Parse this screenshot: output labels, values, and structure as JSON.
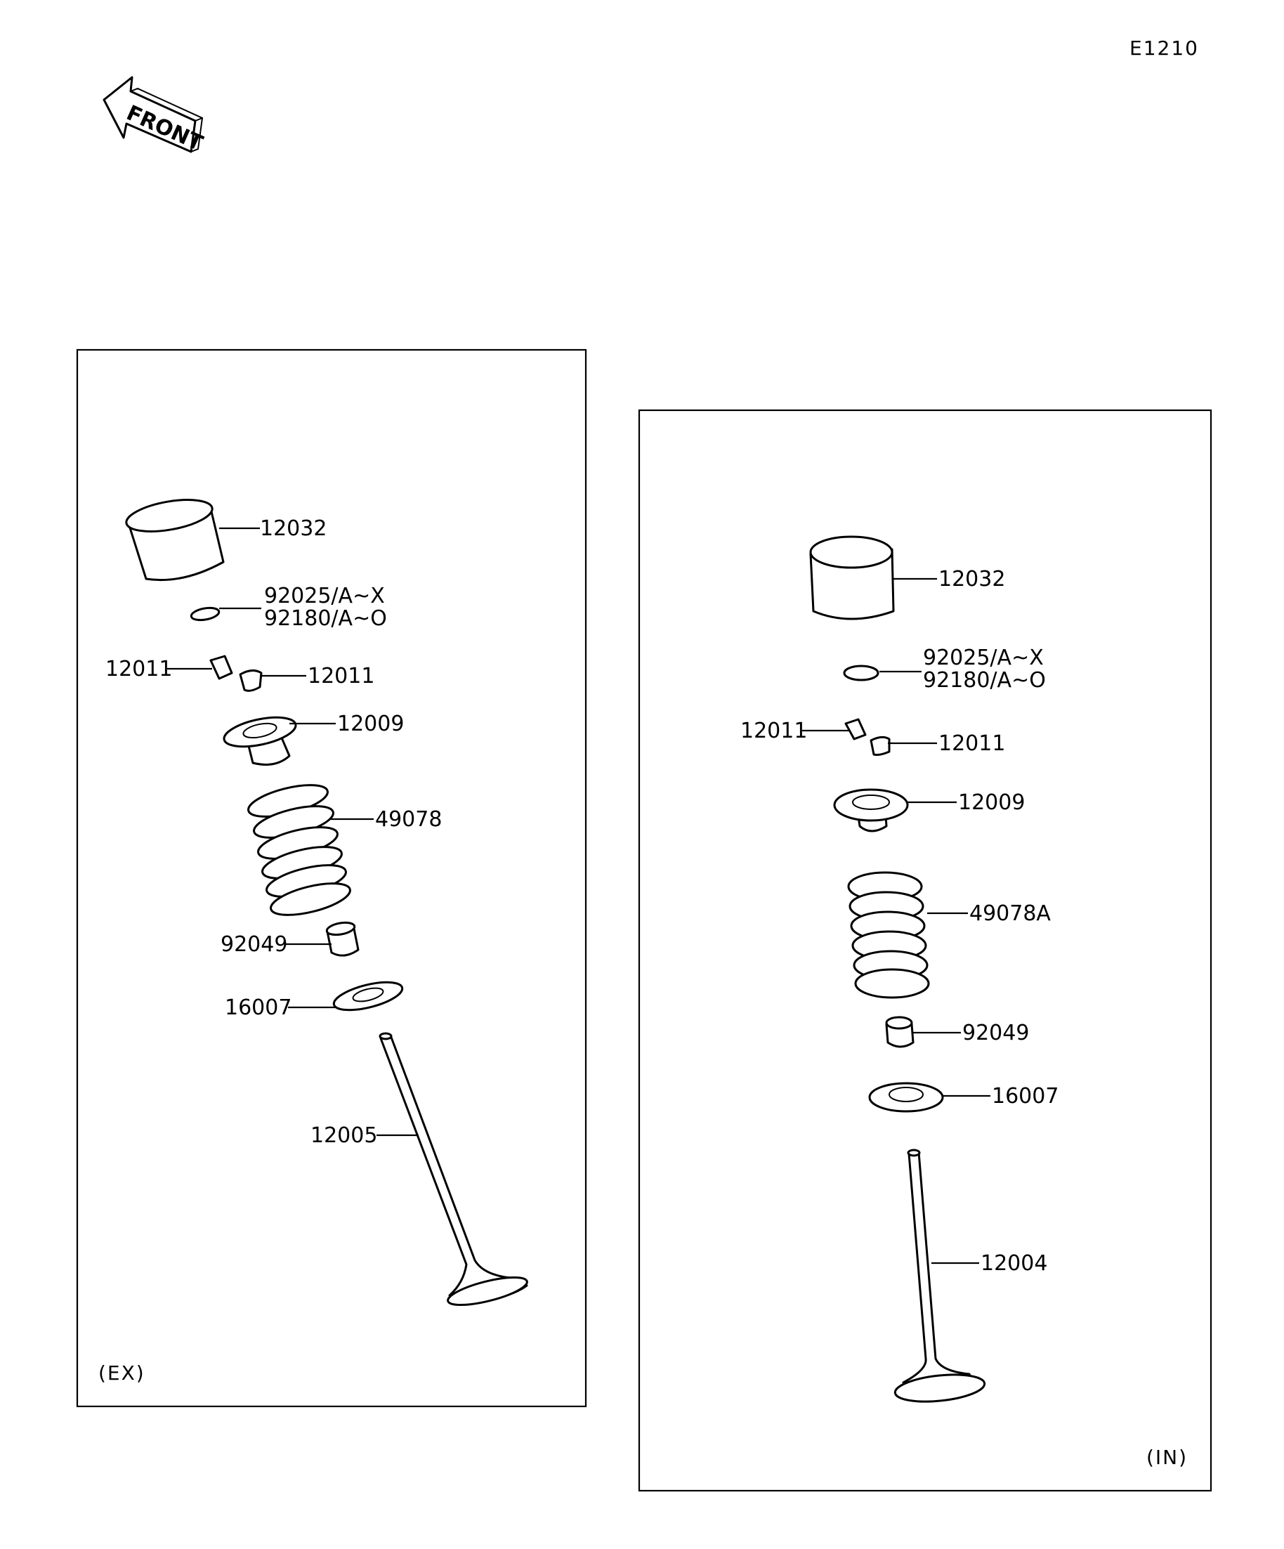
{
  "diagram_ref": "E1210",
  "front_arrow_text": "FRONT",
  "exhaust_panel": {
    "caption": "(EX)",
    "labels": {
      "tappet": "12032",
      "shim_a": "92025/A~X",
      "shim_b": "92180/A~O",
      "cotter_left": "12011",
      "cotter_right": "12011",
      "retainer": "12009",
      "spring": "49078",
      "seal": "92049",
      "seat": "16007",
      "valve": "12005"
    }
  },
  "intake_panel": {
    "caption": "(IN)",
    "labels": {
      "tappet": "12032",
      "shim_a": "92025/A~X",
      "shim_b": "92180/A~O",
      "cotter_left": "12011",
      "cotter_right": "12011",
      "retainer": "12009",
      "spring": "49078A",
      "seal": "92049",
      "seat": "16007",
      "valve": "12004"
    }
  }
}
